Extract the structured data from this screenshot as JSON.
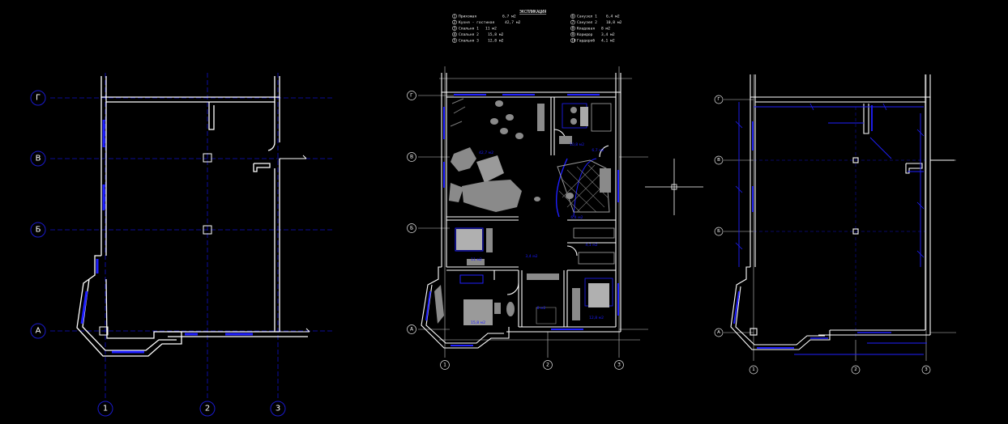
{
  "explication": {
    "title": "ЭКСПЛИКАЦИЯ",
    "col1": [
      {
        "num": "1",
        "text": "Прихожая",
        "area": "6,7 м2"
      },
      {
        "num": "2",
        "text": "Кухня - гостиная",
        "area": "42,7 м2"
      },
      {
        "num": "3",
        "text": "Спальня 1",
        "area": "11 м2"
      },
      {
        "num": "4",
        "text": "Спальня 2",
        "area": "15,8 м2"
      },
      {
        "num": "5",
        "text": "Спальня 3",
        "area": "12,8 м2"
      }
    ],
    "col2": [
      {
        "num": "6",
        "text": "Санузел 1",
        "area": "6,4 м2"
      },
      {
        "num": "7",
        "text": "Санузел 2",
        "area": "10,8 м2"
      },
      {
        "num": "8",
        "text": "Кладовая",
        "area": "8 м2"
      },
      {
        "num": "9",
        "text": "Коридор",
        "area": "3,4 м2"
      },
      {
        "num": "10",
        "text": "Гардероб",
        "area": "4,1 м2"
      }
    ]
  },
  "plan_left": {
    "rows": [
      "Г",
      "В",
      "Б",
      "А"
    ],
    "cols": [
      "1",
      "2",
      "3"
    ]
  },
  "plan_middle": {
    "rows": [
      "Г",
      "В",
      "Б",
      "А"
    ],
    "cols": [
      "1",
      "2",
      "3"
    ],
    "room_labels": [
      "42,7 м2",
      "6,7 м2",
      "11 м2",
      "3,4 м2",
      "15,8 м2",
      "12,8 м2",
      "8 м2",
      "4,1 м2",
      "6,4 м2",
      "10,8 м2"
    ]
  },
  "plan_right": {
    "rows": [
      "Г",
      "В",
      "Б",
      "А"
    ],
    "cols": [
      "1",
      "2",
      "3"
    ]
  },
  "colors": {
    "background": "#000000",
    "walls": "#ffffff",
    "axes": "#1010c8",
    "blue_elements": "#1f1fff",
    "furniture": "#8a8a8a"
  }
}
